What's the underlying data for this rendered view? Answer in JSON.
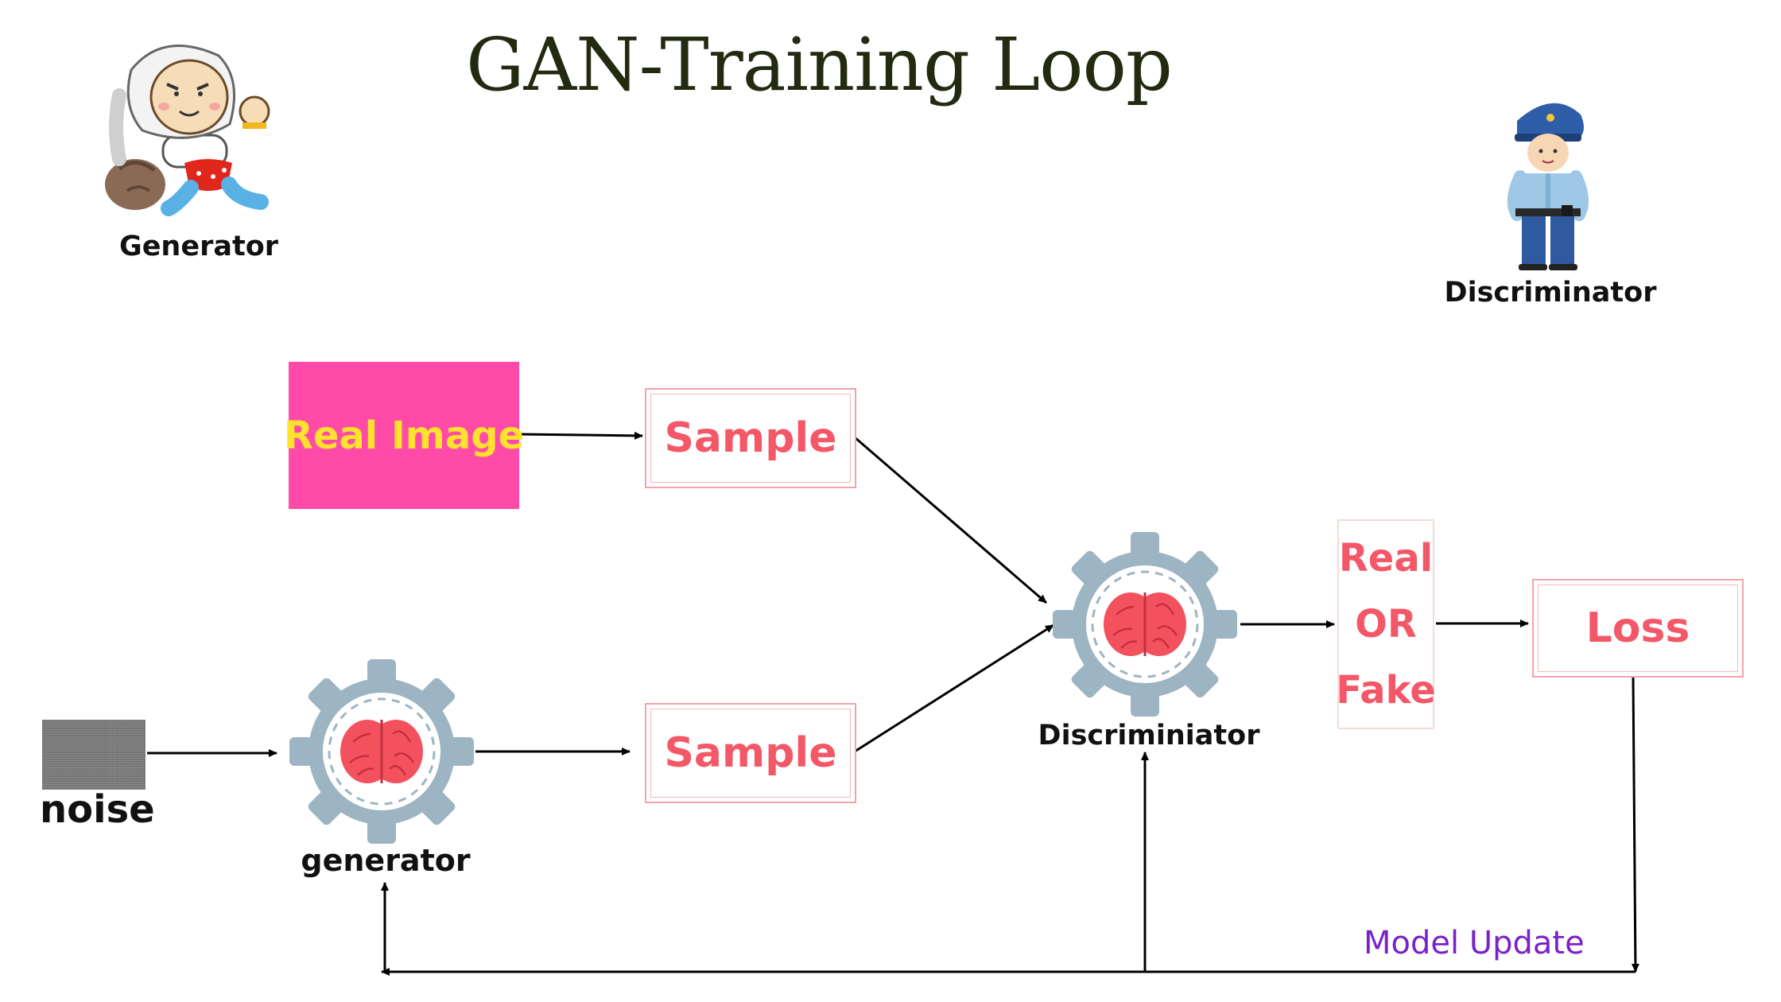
{
  "title": "GAN-Training Loop",
  "characters": {
    "generator_label": "Generator",
    "discriminator_label": "Discriminator"
  },
  "nodes": {
    "real_image": "Real Image",
    "sample_top": "Sample",
    "sample_bottom": "Sample",
    "noise": "noise",
    "generator": "generator",
    "discriminator": "Discriminiator",
    "real_or_fake": [
      "Real",
      "OR",
      "Fake"
    ],
    "loss": "Loss"
  },
  "edge_labels": {
    "model_update": "Model Update"
  },
  "colors": {
    "real_image_fill": "#ff4aa8",
    "real_image_text": "#ffe22e",
    "box_text": "#f45868",
    "gear": "#9db5c3",
    "brain": "#f4515f",
    "model_update_text": "#7a22c9"
  },
  "icons": {
    "generator_character": "thief-character-icon",
    "discriminator_character": "police-officer-icon",
    "model_icon": "gear-brain-icon"
  }
}
